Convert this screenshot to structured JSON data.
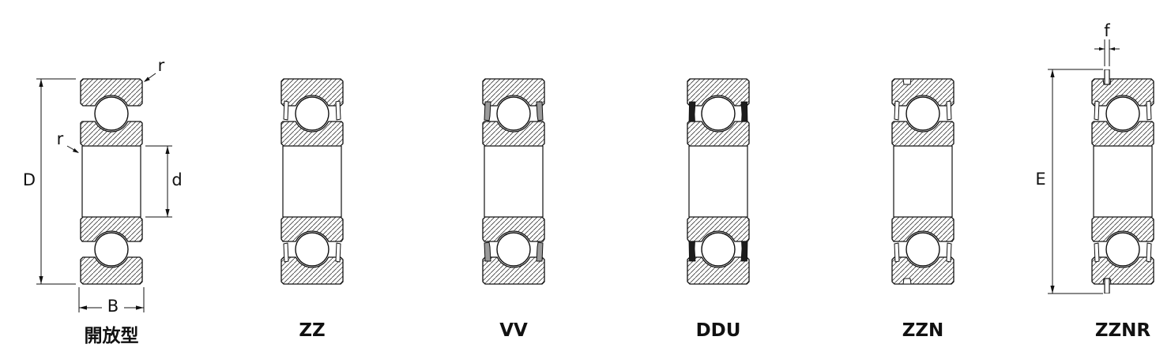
{
  "figures": [
    {
      "type": "open",
      "label": "開放型"
    },
    {
      "type": "zz",
      "label": "ZZ"
    },
    {
      "type": "vv",
      "label": "VV"
    },
    {
      "type": "ddu",
      "label": "DDU"
    },
    {
      "type": "zzn",
      "label": "ZZN"
    },
    {
      "type": "zznr",
      "label": "ZZNR"
    }
  ],
  "dimensions": {
    "outer_diameter": "D",
    "bore_diameter": "d",
    "width": "B",
    "chamfer_outer": "r",
    "chamfer_inner": "r",
    "snap_ring_od": "E",
    "snap_ring_width": "f"
  },
  "colors": {
    "line": "#111111",
    "background": "#ffffff"
  }
}
